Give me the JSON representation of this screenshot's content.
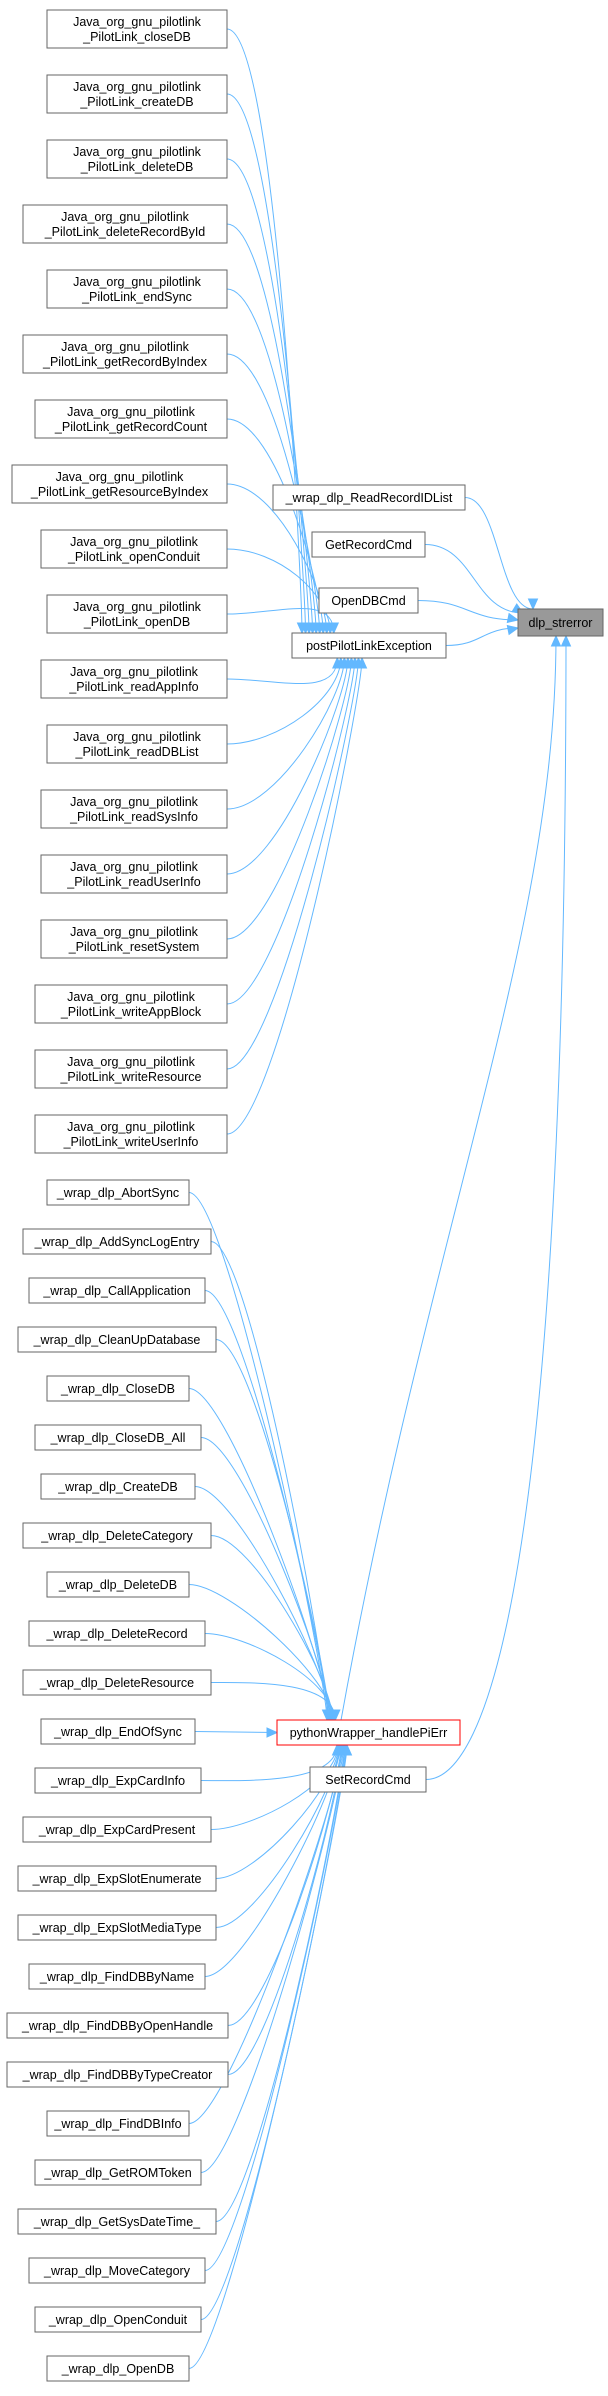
{
  "graph": {
    "colors": {
      "edge": "#63b8ff",
      "node_border": "#666666",
      "node_fill": "#ffffff",
      "root_fill": "#999999",
      "highlight_border": "#ff0000"
    },
    "root": {
      "id": "root",
      "lines": [
        "dlp_strerror"
      ]
    },
    "mid_nodes": [
      {
        "id": "readrec",
        "lines": [
          "_wrap_dlp_ReadRecordIDList"
        ]
      },
      {
        "id": "getrec",
        "lines": [
          "GetRecordCmd"
        ]
      },
      {
        "id": "opendb",
        "lines": [
          "OpenDBCmd"
        ]
      },
      {
        "id": "post",
        "lines": [
          "postPilotLinkException"
        ]
      },
      {
        "id": "pyw",
        "lines": [
          "pythonWrapper_handlePiErr"
        ],
        "highlight": true
      },
      {
        "id": "setrec",
        "lines": [
          "SetRecordCmd"
        ]
      }
    ],
    "java_nodes": [
      {
        "lines": [
          "Java_org_gnu_pilotlink",
          "_PilotLink_closeDB"
        ]
      },
      {
        "lines": [
          "Java_org_gnu_pilotlink",
          "_PilotLink_createDB"
        ]
      },
      {
        "lines": [
          "Java_org_gnu_pilotlink",
          "_PilotLink_deleteDB"
        ]
      },
      {
        "lines": [
          "Java_org_gnu_pilotlink",
          "_PilotLink_deleteRecordById"
        ]
      },
      {
        "lines": [
          "Java_org_gnu_pilotlink",
          "_PilotLink_endSync"
        ]
      },
      {
        "lines": [
          "Java_org_gnu_pilotlink",
          "_PilotLink_getRecordByIndex"
        ]
      },
      {
        "lines": [
          "Java_org_gnu_pilotlink",
          "_PilotLink_getRecordCount"
        ]
      },
      {
        "lines": [
          "Java_org_gnu_pilotlink",
          "_PilotLink_getResourceByIndex"
        ]
      },
      {
        "lines": [
          "Java_org_gnu_pilotlink",
          "_PilotLink_openConduit"
        ]
      },
      {
        "lines": [
          "Java_org_gnu_pilotlink",
          "_PilotLink_openDB"
        ]
      },
      {
        "lines": [
          "Java_org_gnu_pilotlink",
          "_PilotLink_readAppInfo"
        ]
      },
      {
        "lines": [
          "Java_org_gnu_pilotlink",
          "_PilotLink_readDBList"
        ]
      },
      {
        "lines": [
          "Java_org_gnu_pilotlink",
          "_PilotLink_readSysInfo"
        ]
      },
      {
        "lines": [
          "Java_org_gnu_pilotlink",
          "_PilotLink_readUserInfo"
        ]
      },
      {
        "lines": [
          "Java_org_gnu_pilotlink",
          "_PilotLink_resetSystem"
        ]
      },
      {
        "lines": [
          "Java_org_gnu_pilotlink",
          "_PilotLink_writeAppBlock"
        ]
      },
      {
        "lines": [
          "Java_org_gnu_pilotlink",
          "_PilotLink_writeResource"
        ]
      },
      {
        "lines": [
          "Java_org_gnu_pilotlink",
          "_PilotLink_writeUserInfo"
        ]
      }
    ],
    "wrap_nodes": [
      {
        "lines": [
          "_wrap_dlp_AbortSync"
        ]
      },
      {
        "lines": [
          "_wrap_dlp_AddSyncLogEntry"
        ]
      },
      {
        "lines": [
          "_wrap_dlp_CallApplication"
        ]
      },
      {
        "lines": [
          "_wrap_dlp_CleanUpDatabase"
        ]
      },
      {
        "lines": [
          "_wrap_dlp_CloseDB"
        ]
      },
      {
        "lines": [
          "_wrap_dlp_CloseDB_All"
        ]
      },
      {
        "lines": [
          "_wrap_dlp_CreateDB"
        ]
      },
      {
        "lines": [
          "_wrap_dlp_DeleteCategory"
        ]
      },
      {
        "lines": [
          "_wrap_dlp_DeleteDB"
        ]
      },
      {
        "lines": [
          "_wrap_dlp_DeleteRecord"
        ]
      },
      {
        "lines": [
          "_wrap_dlp_DeleteResource"
        ]
      },
      {
        "lines": [
          "_wrap_dlp_EndOfSync"
        ]
      },
      {
        "lines": [
          "_wrap_dlp_ExpCardInfo"
        ]
      },
      {
        "lines": [
          "_wrap_dlp_ExpCardPresent"
        ]
      },
      {
        "lines": [
          "_wrap_dlp_ExpSlotEnumerate"
        ]
      },
      {
        "lines": [
          "_wrap_dlp_ExpSlotMediaType"
        ]
      },
      {
        "lines": [
          "_wrap_dlp_FindDBByName"
        ]
      },
      {
        "lines": [
          "_wrap_dlp_FindDBByOpenHandle"
        ]
      },
      {
        "lines": [
          "_wrap_dlp_FindDBByTypeCreator"
        ]
      },
      {
        "lines": [
          "_wrap_dlp_FindDBInfo"
        ]
      },
      {
        "lines": [
          "_wrap_dlp_GetROMToken"
        ]
      },
      {
        "lines": [
          "_wrap_dlp_GetSysDateTime_"
        ]
      },
      {
        "lines": [
          "_wrap_dlp_MoveCategory"
        ]
      },
      {
        "lines": [
          "_wrap_dlp_OpenConduit"
        ]
      },
      {
        "lines": [
          "_wrap_dlp_OpenDB"
        ]
      }
    ]
  }
}
